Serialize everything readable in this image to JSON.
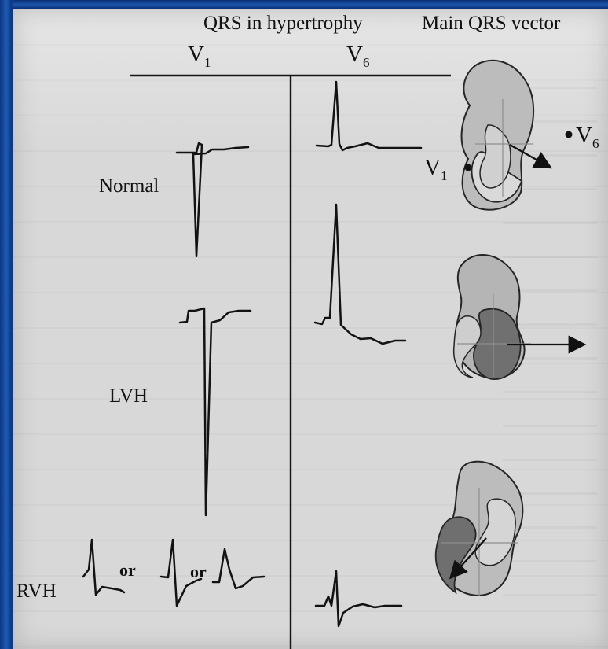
{
  "header": {
    "qrs_title": "QRS in hypertrophy",
    "vector_title": "Main QRS vector",
    "lead_v1": "V",
    "lead_v1_sub": "1",
    "lead_v6": "V",
    "lead_v6_sub": "6"
  },
  "rows": {
    "normal": {
      "label": "Normal"
    },
    "lvh": {
      "label": "LVH"
    },
    "rvh": {
      "label": "RVH"
    }
  },
  "conjunctions": {
    "or_1": "or",
    "or_2": "or"
  },
  "vector_labels": {
    "v1": "V",
    "v1_sub": "1",
    "v6": "V",
    "v6_sub": "6"
  }
}
